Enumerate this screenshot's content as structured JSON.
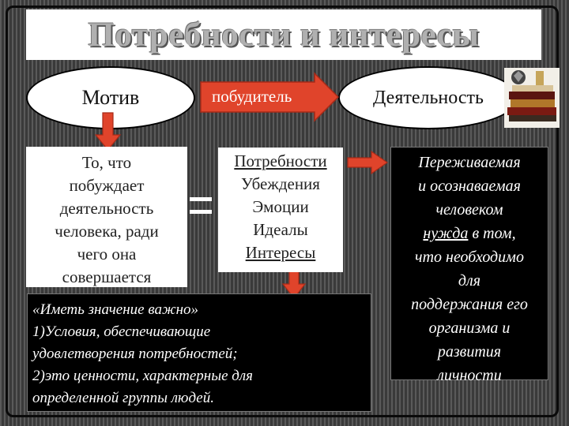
{
  "title": "Потребности и интересы",
  "motiv": {
    "label": "Мотив"
  },
  "arrow_label": "побудитель",
  "activity": {
    "label": "Деятельность"
  },
  "definition": {
    "lines": [
      "То, что",
      "побуждает",
      "деятельность",
      "человека, ради",
      "чего она",
      "совершается"
    ]
  },
  "needs_list": {
    "items": [
      "Потребности",
      "Убеждения",
      "Эмоции",
      "Идеалы",
      "Интересы"
    ]
  },
  "need_definition": {
    "lines": [
      "Переживаемая",
      "и осознаваемая",
      "человеком",
      "в том,",
      "что необходимо",
      "для",
      "поддержания его",
      "организма и",
      "развития",
      "личности"
    ],
    "underlined_word": "нужда"
  },
  "interest_definition": {
    "lines": [
      "«Иметь значение важно»",
      "1)Условия, обеспечивающие",
      "удовлетворения потребностей;",
      "2)это ценности, характерные для",
      "определенной группы людей."
    ]
  },
  "colors": {
    "arrow": "#e0442b",
    "arrow_stroke": "#a82a18",
    "title_text": "#b0b0b0"
  },
  "icons": {
    "books": "books-icon"
  }
}
